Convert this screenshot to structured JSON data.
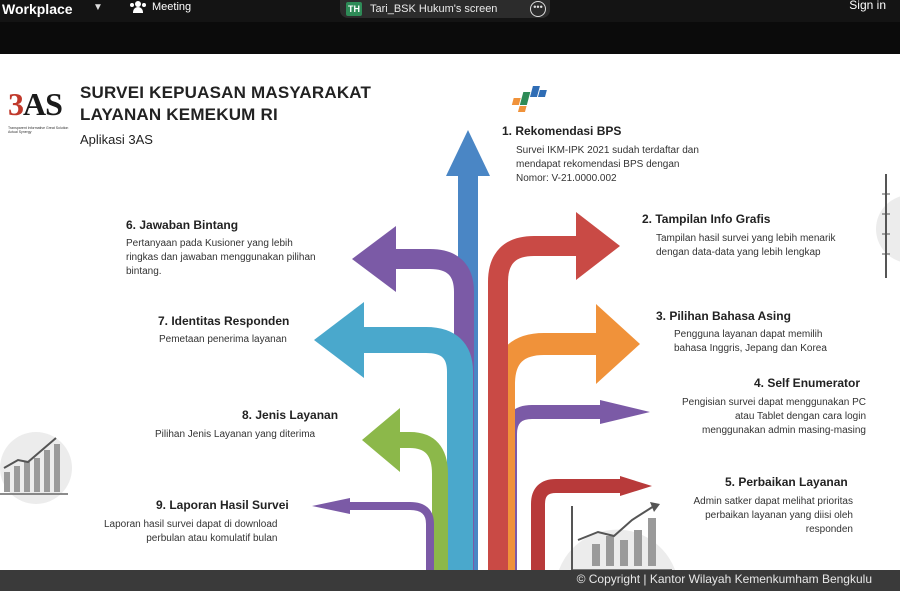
{
  "topbar": {
    "app_title": "Workplace",
    "meeting_label": "Meeting",
    "share_avatar": "TH",
    "share_label": "Tari_BSK Hukum's screen",
    "signin_label": "Sign in"
  },
  "slide": {
    "logo_text_a": "3",
    "logo_text_b": "AS",
    "logo_tagline": "Transparent Informative Great Solution Actual Synergy",
    "title_line1": "SURVEI KEPUASAN MASYARAKAT",
    "title_line2": "LAYANAN KEMEKUM RI",
    "subtitle": "Aplikasi 3AS",
    "items": [
      {
        "title": "1. Rekomendasi BPS",
        "desc": [
          "Survei IKM-IPK 2021 sudah terdaftar dan",
          "mendapat rekomendasi BPS dengan",
          "Nomor: V-21.0000.002"
        ]
      },
      {
        "title": "2. Tampilan Info Grafis",
        "desc": [
          "Tampilan hasil survei yang lebih menarik",
          "dengan data-data yang lebih lengkap"
        ]
      },
      {
        "title": "3. Pilihan Bahasa Asing",
        "desc": [
          "Pengguna layanan dapat memilih",
          "bahasa Inggris, Jepang dan Korea"
        ]
      },
      {
        "title": "4. Self Enumerator",
        "desc": [
          "Pengisian survei dapat menggunakan PC",
          "atau Tablet dengan cara login",
          "menggunakan admin masing-masing"
        ]
      },
      {
        "title": "5. Perbaikan Layanan",
        "desc": [
          "Admin satker dapat melihat prioritas",
          "perbaikan layanan yang diisi oleh",
          "responden"
        ]
      },
      {
        "title": "6. Jawaban Bintang",
        "desc": [
          "Pertanyaan pada Kusioner yang lebih",
          "ringkas  dan jawaban menggunakan pilihan",
          "bintang."
        ]
      },
      {
        "title": "7. Identitas Responden",
        "desc": [
          "Pemetaan penerima layanan"
        ]
      },
      {
        "title": "8. Jenis Layanan",
        "desc": [
          "Pilihan Jenis Layanan yang diterima"
        ]
      },
      {
        "title": "9. Laporan Hasil Survei",
        "desc": [
          "Laporan hasil survei dapat di download",
          "perbulan atau komulatif bulan"
        ]
      }
    ],
    "arrow_colors": {
      "blue_up": "#4a86c5",
      "red": "#c94a45",
      "orange": "#f0923a",
      "purple": "#7b5aa6",
      "light_blue": "#4aa8cc",
      "green": "#8cb84a",
      "dark_red": "#b83a3a"
    }
  },
  "footer": {
    "copyright": "© Copyright | Kantor Wilayah Kemenkumham Bengkulu"
  }
}
